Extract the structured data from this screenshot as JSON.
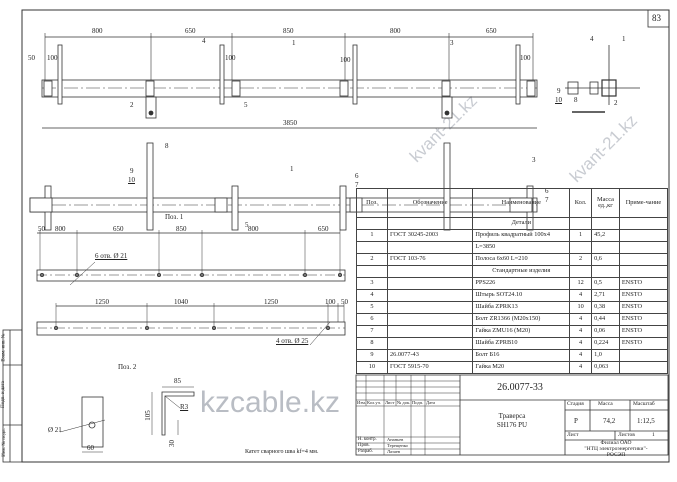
{
  "sheet": {
    "page_number": "83",
    "drawing_code": "26.0077-33",
    "title_line1": "Траверса",
    "title_line2": "SH176 PU"
  },
  "top_view": {
    "dims": [
      "800",
      "650",
      "850",
      "800",
      "650"
    ],
    "overall": "3850",
    "small_dims": [
      "50",
      "100",
      "100",
      "100",
      "100"
    ],
    "callouts": [
      "4",
      "1",
      "3",
      "2",
      "5"
    ]
  },
  "front_view": {
    "callouts": [
      "8",
      "9",
      "10",
      "1",
      "6",
      "7",
      "3",
      "6",
      "7",
      "5"
    ]
  },
  "side_view": {
    "callouts": [
      "4",
      "1",
      "9",
      "10",
      "8",
      "2"
    ]
  },
  "pos1": {
    "title": "Поз. 1",
    "dims_a": [
      "50",
      "800",
      "650",
      "850",
      "800",
      "650"
    ],
    "holes_a": "6 отв. Ø 21",
    "dims_b": [
      "1250",
      "1040",
      "1250",
      "100",
      "50"
    ],
    "holes_b": "4 отв. Ø 25"
  },
  "pos2": {
    "title": "Поз. 2",
    "hole": "Ø 21",
    "width": "60",
    "d85": "85",
    "d105": "105",
    "d30": "30",
    "radius": "R3",
    "weld_note": "Катет сварного шва kf=4 мм."
  },
  "spec": {
    "headers": [
      "Поз.",
      "Обозначение",
      "Наименование",
      "Кол.",
      "Масса ед.,кг",
      "Приме-чание"
    ],
    "rows": [
      {
        "section": "Детали"
      },
      {
        "pos": "1",
        "code": "ГОСТ 30245-2003",
        "name": "Профиль квадратный 100x4",
        "qty": "1",
        "mass": "45,2",
        "note": ""
      },
      {
        "pos": "",
        "code": "",
        "name": "L=3850",
        "qty": "",
        "mass": "",
        "note": ""
      },
      {
        "pos": "2",
        "code": "ГОСТ 103-76",
        "name": "Полоса 6x60 L=210",
        "qty": "2",
        "mass": "0,6",
        "note": ""
      },
      {
        "section": "Стандартные изделия"
      },
      {
        "pos": "3",
        "code": "",
        "name": "PPS226",
        "qty": "12",
        "mass": "0,5",
        "note": "ENSTO"
      },
      {
        "pos": "4",
        "code": "",
        "name": "Штырь SOT24.10",
        "qty": "4",
        "mass": "2,71",
        "note": "ENSTO"
      },
      {
        "pos": "5",
        "code": "",
        "name": "Шайба ZPRK13",
        "qty": "10",
        "mass": "0,38",
        "note": "ENSTO"
      },
      {
        "pos": "6",
        "code": "",
        "name": "Болт ZR1366 (M20x150)",
        "qty": "4",
        "mass": "0,44",
        "note": "ENSTO"
      },
      {
        "pos": "7",
        "code": "",
        "name": "Гайка ZMU16 (M20)",
        "qty": "4",
        "mass": "0,06",
        "note": "ENSTO"
      },
      {
        "pos": "8",
        "code": "",
        "name": "Шайба ZPRB10",
        "qty": "4",
        "mass": "0,224",
        "note": "ENSTO"
      },
      {
        "pos": "9",
        "code": "26.0077-43",
        "name": "Болт Б16",
        "qty": "4",
        "mass": "1,0",
        "note": ""
      },
      {
        "pos": "10",
        "code": "ГОСТ 5915-70",
        "name": "Гайка M20",
        "qty": "4",
        "mass": "0,063",
        "note": ""
      }
    ]
  },
  "title_block": {
    "col_labels": [
      "Изм.",
      "Кол.уч.",
      "Лист",
      "№ док.",
      "Подп.",
      "Дата"
    ],
    "roles": [
      {
        "role": "Н. контр.",
        "name": "Ананьев"
      },
      {
        "role": "Пров.",
        "name": "Терещенко"
      },
      {
        "role": "Разраб.",
        "name": "Лазаев"
      }
    ],
    "stage_label": "Стадия",
    "mass_label": "Масса",
    "scale_label": "Масштаб",
    "stage": "Р",
    "mass": "74,2",
    "scale": "1:12,5",
    "sheet_label": "Лист",
    "sheets_label": "Листов",
    "sheets": "1",
    "org_line1": "Филиал ОАО",
    "org_line2": "\"НТЦ электроэнергетики\"-",
    "org_line3": "РОСЭП"
  },
  "side_stamp": [
    "Инв. № подл.",
    "Подп. и дата",
    "Взам. инв. №"
  ],
  "watermarks": {
    "site1": "kvant-21.kz",
    "site2": "kzcable.kz"
  }
}
